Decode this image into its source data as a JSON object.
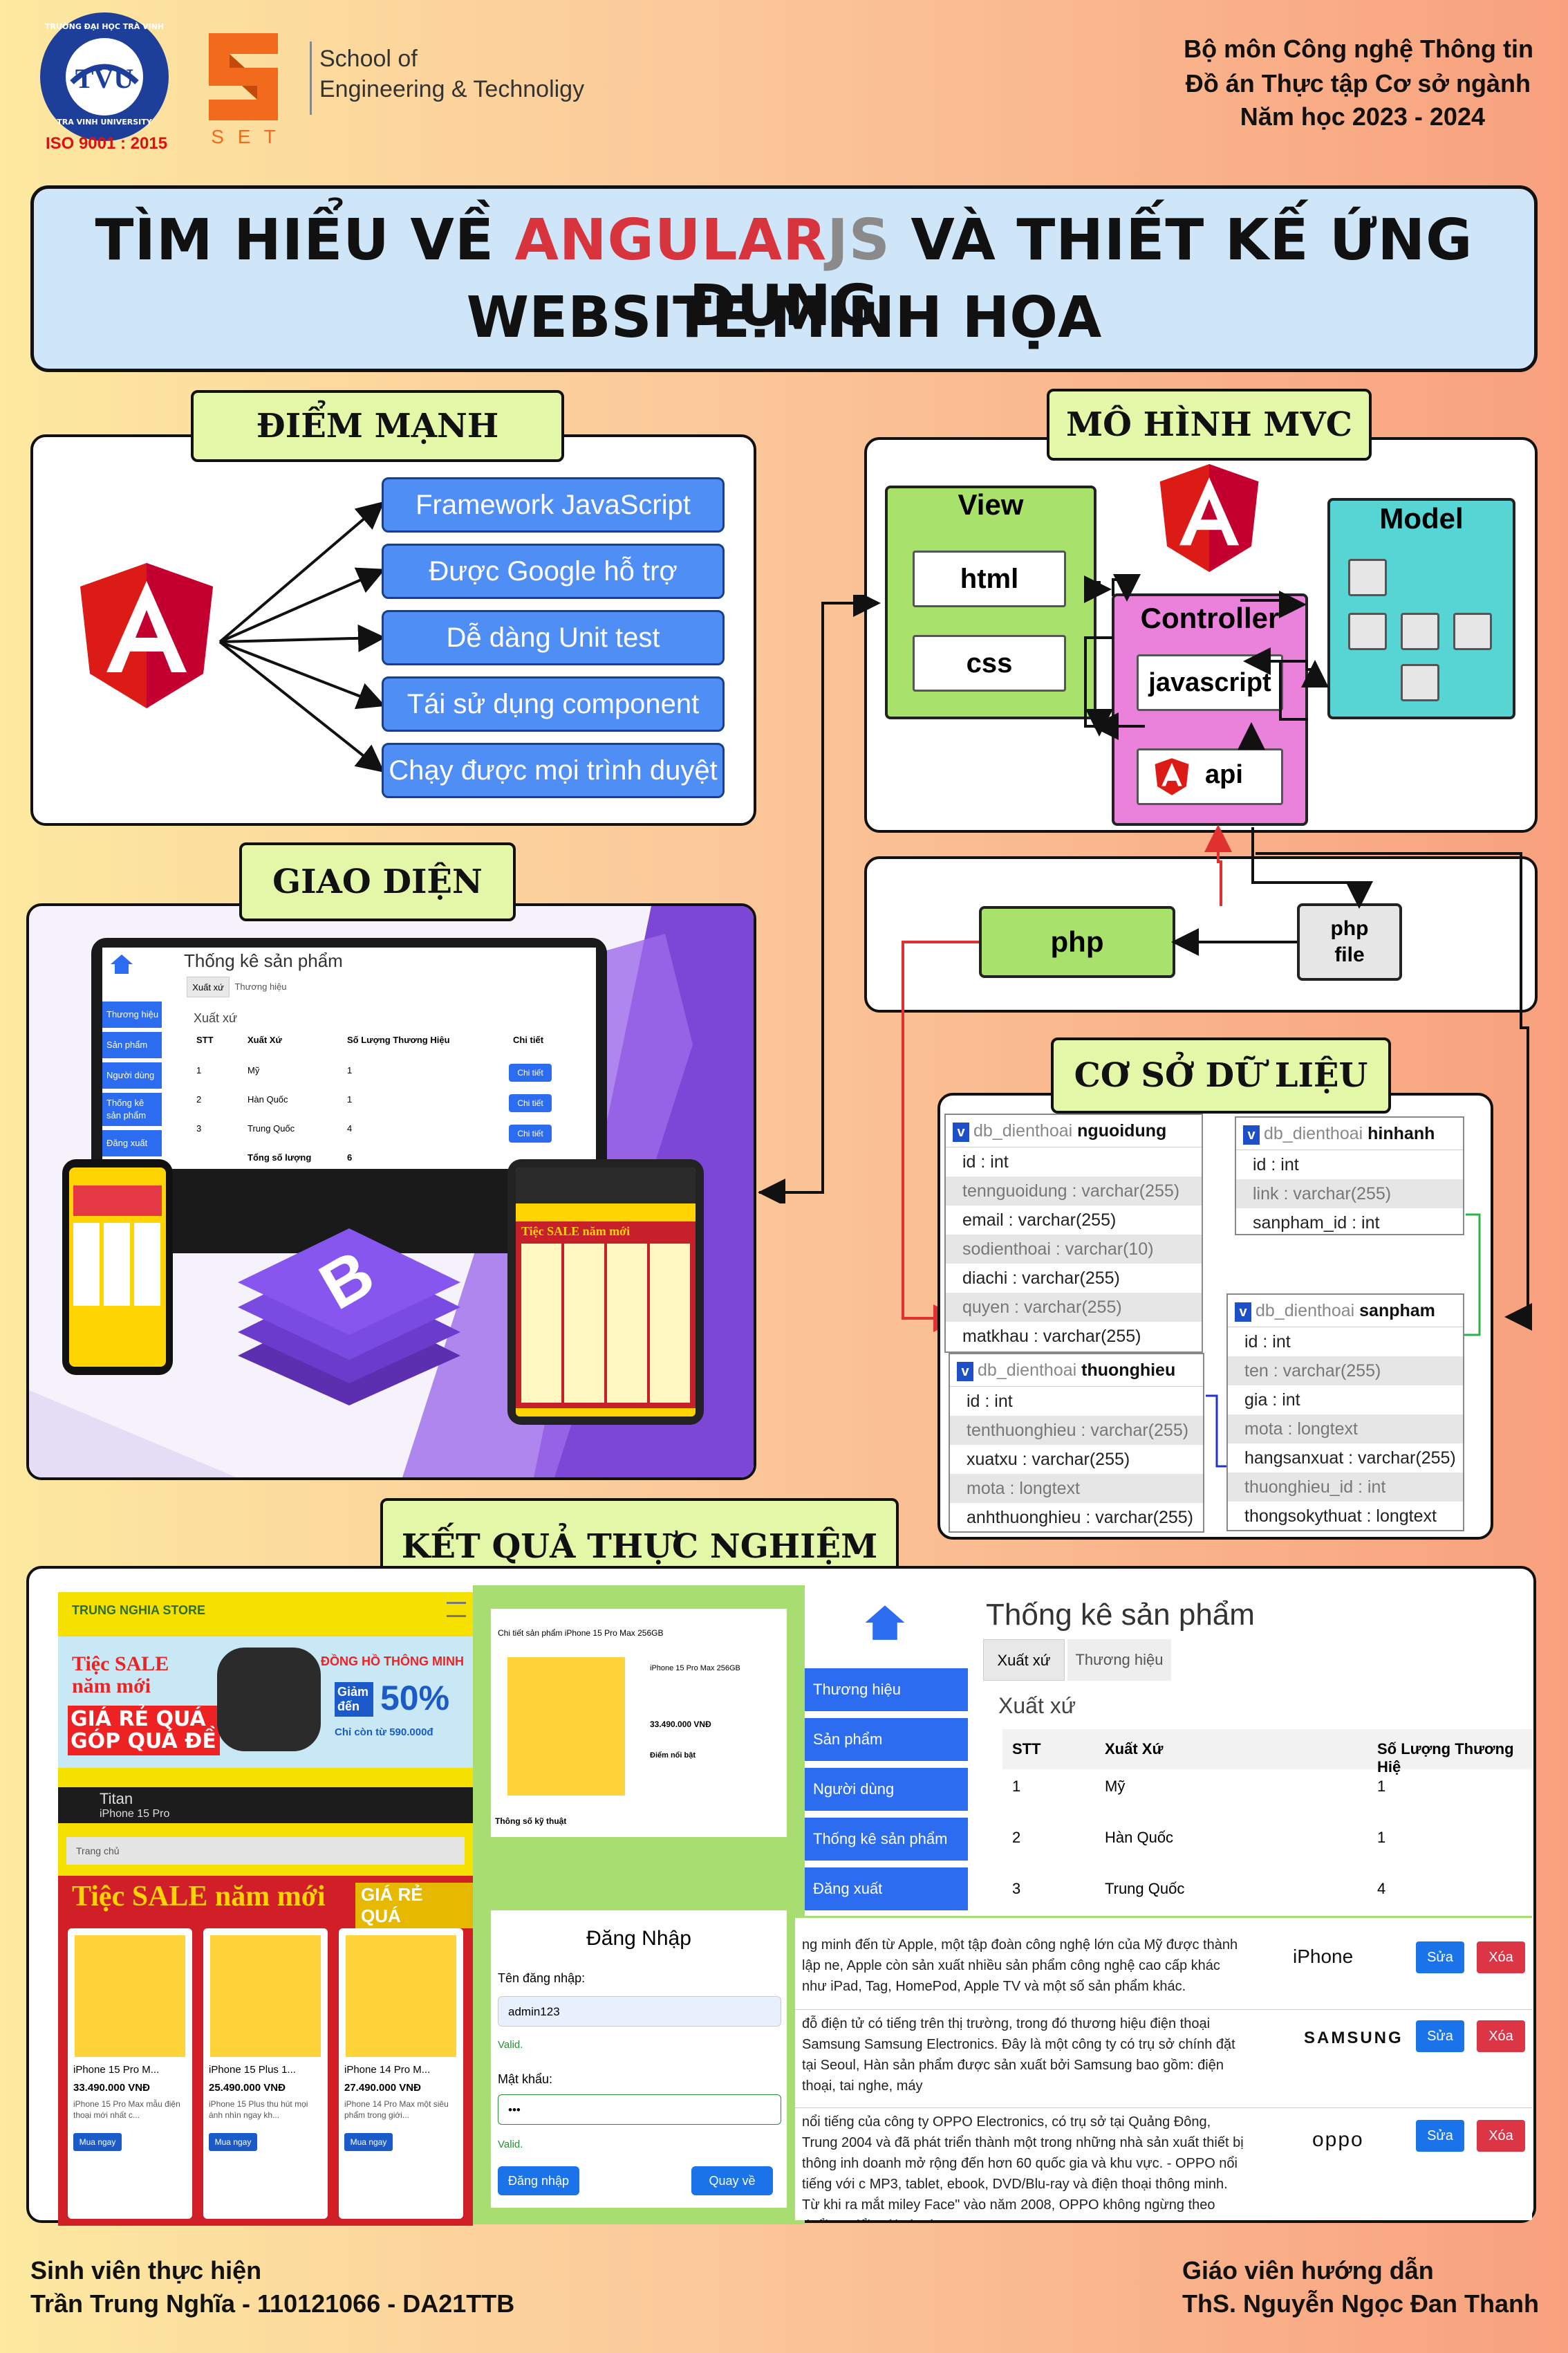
{
  "header": {
    "university_ring": "TRƯỜNG ĐẠI HỌC TRÀ VINH",
    "university_ring2": "TRA VINH UNIVERSITY",
    "logo_initials": "TVU",
    "iso": "ISO 9001 : 2015",
    "set_letters": "S E T",
    "school_line1": "School of",
    "school_line2": "Engineering & Technoligy",
    "dept": "Bộ môn Công nghệ Thông tin",
    "project": "Đồ án Thực tập Cơ sở ngành",
    "year": "Năm học 2023 - 2024"
  },
  "title": {
    "part1": "TÌM HIỂU VỀ ",
    "angular": "ANGULAR",
    "js": "JS",
    "part2": " VÀ THIẾT KẾ ỨNG DỤNG",
    "line2": "WEBSITE MINH HỌA"
  },
  "strengths": {
    "label": "ĐIỂM MẠNH",
    "items": [
      "Framework JavaScript",
      "Được Google hỗ trợ",
      "Dễ dàng Unit test",
      "Tái sử dụng component",
      "Chạy được mọi trình duyệt"
    ]
  },
  "mvc": {
    "label": "MÔ HÌNH MVC",
    "view": "View",
    "html": "html",
    "css": "css",
    "model": "Model",
    "controller": "Controller",
    "javascript": "javascript",
    "api": "api",
    "php": "php",
    "php_file_1": "php",
    "php_file_2": "file"
  },
  "ui": {
    "label": "GIAO DIỆN",
    "screen_title": "Thống kê sản phẩm",
    "tabs": [
      "Xuất xứ",
      "Thương hiệu"
    ],
    "section": "Xuất xứ",
    "sidebar": [
      "Thương hiệu",
      "Sản phẩm",
      "Người dùng",
      "Thống kê sản phẩm",
      "Đăng xuất"
    ],
    "table_headers": [
      "STT",
      "Xuất Xứ",
      "Số Lượng Thương Hiệu",
      "Chi tiết"
    ],
    "rows": [
      {
        "stt": "1",
        "origin": "Mỹ",
        "count": "1",
        "btn": "Chi tiết"
      },
      {
        "stt": "2",
        "origin": "Hàn Quốc",
        "count": "1",
        "btn": "Chi tiết"
      },
      {
        "stt": "3",
        "origin": "Trung Quốc",
        "count": "4",
        "btn": "Chi tiết"
      }
    ],
    "total_label": "Tổng số lượng",
    "total_value": "6",
    "tablet_banner": "Tiệc SALE năm mới"
  },
  "db": {
    "label": "CƠ SỞ DỮ LIỆU",
    "tables": [
      {
        "db": "db_dienthoai",
        "name": "nguoidung",
        "fields": [
          "id : int",
          "tennguoidung : varchar(255)",
          "email : varchar(255)",
          "sodienthoai : varchar(10)",
          "diachi : varchar(255)",
          "quyen : varchar(255)",
          "matkhau : varchar(255)"
        ]
      },
      {
        "db": "db_dienthoai",
        "name": "hinhanh",
        "fields": [
          "id : int",
          "link : varchar(255)",
          "sanpham_id : int"
        ]
      },
      {
        "db": "db_dienthoai",
        "name": "sanpham",
        "fields": [
          "id : int",
          "ten : varchar(255)",
          "gia : int",
          "mota : longtext",
          "hangsanxuat : varchar(255)",
          "thuonghieu_id : int",
          "thongsokythuat : longtext"
        ]
      },
      {
        "db": "db_dienthoai",
        "name": "thuonghieu",
        "fields": [
          "id : int",
          "tenthuonghieu : varchar(255)",
          "xuatxu : varchar(255)",
          "mota : longtext",
          "anhthuonghieu : varchar(255)"
        ]
      }
    ]
  },
  "results": {
    "label": "KẾT QUẢ THỰC NGHIỆM",
    "store": {
      "brand": "TRUNG NGHIA STORE",
      "banner_sale": "Tiệc SALE năm mới",
      "banner_price": "GIÁ RẺ QUÁ GÓP QUÁ ĐỀ",
      "watch_title": "ĐỒNG HỒ THÔNG MINH",
      "discount_prefix": "Giảm đến",
      "discount": "50%",
      "only_from": "Chỉ còn từ 590.000đ",
      "titan": "Titan",
      "iphone": "iPhone 15 Pro",
      "breadcrumb": "Trang chủ",
      "sale_banner": "Tiệc SALE năm mới",
      "sale_badge": "GIÁ RẺ QUÁ",
      "products": [
        {
          "name": "iPhone 15 Pro M...",
          "price": "33.490.000 VNĐ",
          "desc": "iPhone 15 Pro Max mẫu điện thoại mới nhất c...",
          "btn": "Mua ngay"
        },
        {
          "name": "iPhone 15 Plus 1...",
          "price": "25.490.000 VNĐ",
          "desc": "iPhone 15 Plus thu hút mọi ánh nhìn ngay kh...",
          "btn": "Mua ngay"
        },
        {
          "name": "iPhone 14 Pro M...",
          "price": "27.490.000 VNĐ",
          "desc": "iPhone 14 Pro Max một siêu phẩm trong giới...",
          "btn": "Mua ngay"
        }
      ]
    },
    "detail": {
      "title": "Chi tiết sản phẩm iPhone 15 Pro Max 256GB",
      "product": "iPhone 15 Pro Max 256GB",
      "price": "33.490.000 VNĐ",
      "highlights": "Điểm nổi bật",
      "specs": "Thông số kỹ thuật"
    },
    "login": {
      "title": "Đăng Nhập",
      "user_label": "Tên đăng nhập:",
      "user_value": "admin123",
      "valid1": "Valid.",
      "pass_label": "Mật khẩu:",
      "pass_value": "•••",
      "valid2": "Valid.",
      "login_btn": "Đăng nhập",
      "back_btn": "Quay về"
    },
    "admin": {
      "title": "Thống kê sản phẩm",
      "tabs": [
        "Xuất xứ",
        "Thương hiệu"
      ],
      "section": "Xuất xứ",
      "sidebar": [
        "Thương hiệu",
        "Sản phẩm",
        "Người dùng",
        "Thống kê sản phẩm",
        "Đăng xuất"
      ],
      "headers": [
        "STT",
        "Xuất Xứ",
        "Số Lượng Thương Hiệ"
      ],
      "rows": [
        {
          "stt": "1",
          "origin": "Mỹ",
          "count": "1"
        },
        {
          "stt": "2",
          "origin": "Hàn Quốc",
          "count": "1"
        },
        {
          "stt": "3",
          "origin": "Trung Quốc",
          "count": "4"
        }
      ]
    },
    "brands": [
      {
        "text": "ng minh đến từ Apple, một tập đoàn công nghệ lớn của Mỹ được thành lập ne, Apple còn sản xuất nhiều sản phẩm công nghệ cao cấp khác như iPad, Tag, HomePod, Apple TV và một số sản phẩm khác.",
        "logo": "iPhone",
        "edit": "Sửa",
        "delete": "Xóa"
      },
      {
        "text": "đỗ điện tử có tiếng trên thị trường, trong đó thương hiệu điện thoại Samsung Samsung Electronics. Đây là một công ty có trụ sở chính đặt tại Seoul, Hàn sản phẩm được sản xuất bởi Samsung bao gồm: điện thoại, tai nghe, máy",
        "logo": "SAMSUNG",
        "edit": "Sửa",
        "delete": "Xóa"
      },
      {
        "text": "nổi tiếng của công ty OPPO Electronics, có trụ sở tại Quảng Đông, Trung 2004 và đã phát triển thành một trong những nhà sản xuất thiết bị thông inh doanh mở rộng đến hơn 60 quốc gia và khu vực. - OPPO nổi tiếng với c MP3, tablet, ebook, DVD/Blu-ray và điện thoại thông minh. Từ khi ra mắt miley Face\" vào năm 2008, OPPO không ngừng theo đuổi sự đổi mới và sáng",
        "logo": "oppo",
        "edit": "Sửa",
        "delete": "Xóa"
      }
    ]
  },
  "footer": {
    "student_label": "Sinh viên thực hiện",
    "student": "Trần Trung Nghĩa - 110121066 - DA21TTB",
    "teacher_label": "Giáo viên hướng dẫn",
    "teacher": "ThS. Nguyễn Ngọc Đan Thanh"
  }
}
